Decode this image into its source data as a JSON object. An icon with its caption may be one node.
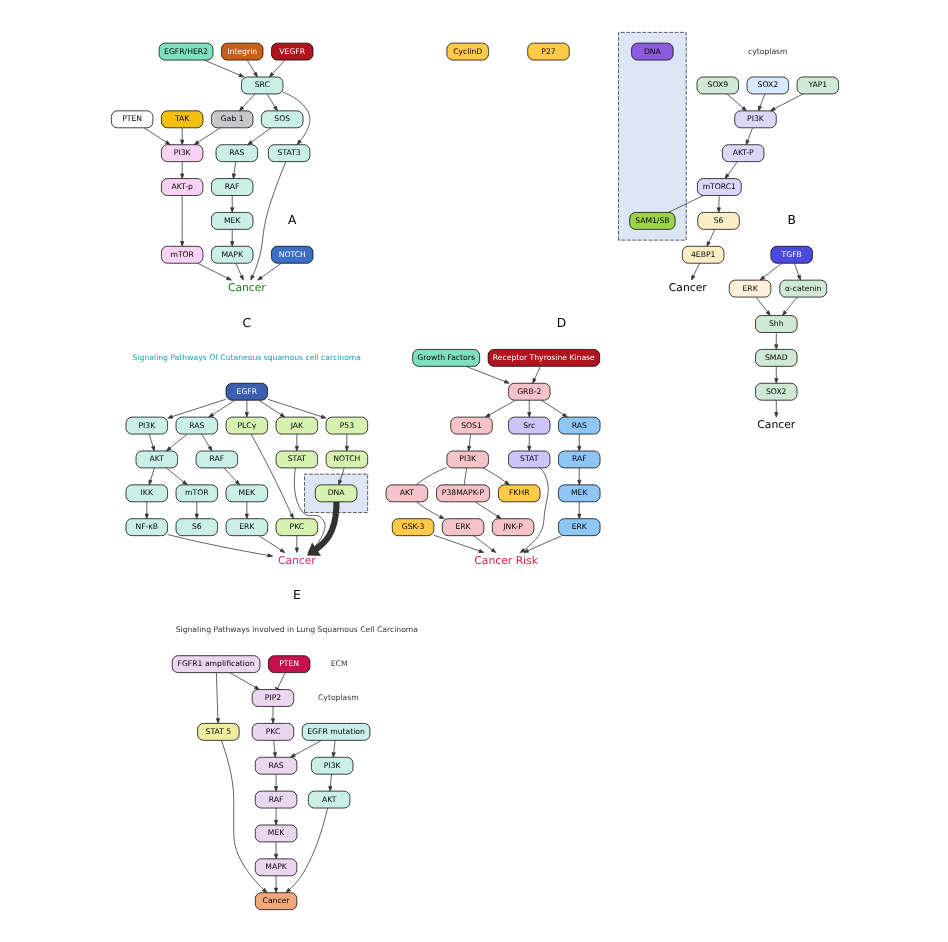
{
  "diagram": {
    "nodes": [
      {
        "text": [
          "NOTCH"
        ]
      },
      {
        "text": [
          "VEGFR"
        ]
      },
      {
        "text": [
          "Integrin"
        ]
      },
      {
        "text": [
          "EGFR/HER2"
        ]
      },
      {
        "text": [
          "TAK"
        ]
      },
      {
        "text": [
          "STAT3"
        ]
      },
      {
        "text": [
          "SRC"
        ]
      },
      {
        "text": [
          "Gab 1"
        ]
      },
      {
        "text": [
          "PI3K"
        ]
      },
      {
        "text": [
          "PTEN"
        ]
      },
      {
        "text": [
          "SOS"
        ]
      },
      {
        "text": [
          "AKT-p"
        ]
      },
      {
        "text": [
          "RAS"
        ]
      },
      {
        "text": [
          "mTOR"
        ]
      },
      {
        "text": [
          "RAF"
        ]
      },
      {
        "text": [
          "MEK"
        ]
      },
      {
        "text": [
          "MAPK"
        ]
      },
      {
        "text": [
          "Cancer"
        ]
      },
      {
        "text": [
          "TGFB"
        ]
      },
      {
        "text": [
          "YAP1"
        ]
      },
      {
        "text": [
          "SOX2"
        ]
      },
      {
        "text": [
          "SOX9"
        ]
      },
      {
        "text": [
          "α-catenin"
        ]
      },
      {
        "text": [
          "ERK"
        ]
      },
      {
        "text": [
          "PI3K"
        ]
      },
      {
        "text": [
          "Shh"
        ]
      },
      {
        "text": [
          "AKT-P"
        ]
      },
      {
        "text": [
          "SMAD"
        ]
      },
      {
        "text": [
          "mTORC1"
        ]
      },
      {
        "text": [
          "SOX2"
        ]
      },
      {
        "text": [
          "S6"
        ]
      },
      {
        "text": [
          "Cancer"
        ]
      },
      {
        "text": [
          "4EBP1"
        ]
      },
      {
        "text": [
          "Cancer"
        ]
      },
      {
        "text": [],
        "shape": "box"
      },
      {
        "text": [
          "SAM1/SB"
        ],
        "in": 34
      },
      {
        "text": [
          "DNA"
        ],
        "in": 34
      },
      {
        "text": [
          "EGFR"
        ]
      },
      {
        "text": [
          "PI3K"
        ]
      },
      {
        "text": [
          "RAS"
        ]
      },
      {
        "text": [
          "PLCγ"
        ]
      },
      {
        "text": [
          "JAK"
        ]
      },
      {
        "text": [
          "P53"
        ]
      },
      {
        "text": [
          "AKT"
        ]
      },
      {
        "text": [
          "RAF"
        ]
      },
      {
        "text": [
          "PKC"
        ]
      },
      {
        "text": [
          "STAT"
        ]
      },
      {
        "text": [
          "NOTCH"
        ]
      },
      {
        "text": [
          "IKK"
        ]
      },
      {
        "text": [
          "mTOR"
        ]
      },
      {
        "text": [
          "MEK"
        ]
      },
      {
        "text": [
          "NF-κB"
        ]
      },
      {
        "text": [
          "S6"
        ]
      },
      {
        "text": [
          "ERK"
        ]
      },
      {
        "text": [
          "Cancer"
        ]
      },
      {
        "text": [],
        "shape": "box"
      },
      {
        "text": [
          "DNA"
        ],
        "in": 55
      },
      {
        "text": [
          "Receptor Thyrosine Kinase"
        ]
      },
      {
        "text": [
          "Growth Factors"
        ]
      },
      {
        "text": [
          "GRB-2"
        ]
      },
      {
        "text": [
          "SOS1"
        ]
      },
      {
        "text": [
          "Src"
        ]
      },
      {
        "text": [
          "RAS"
        ]
      },
      {
        "text": [
          "PI3K"
        ]
      },
      {
        "text": [
          "STAT"
        ]
      },
      {
        "text": [
          "RAF"
        ]
      },
      {
        "text": [
          "AKT"
        ]
      },
      {
        "text": [
          "P38MAPK-P"
        ]
      },
      {
        "text": [
          "FKHR"
        ]
      },
      {
        "text": [
          "GSK-3"
        ]
      },
      {
        "text": [
          "MEK"
        ]
      },
      {
        "text": [
          "P27"
        ]
      },
      {
        "text": [
          "ERK"
        ]
      },
      {
        "text": [
          "JNK-P"
        ]
      },
      {
        "text": [
          "CyclinD"
        ]
      },
      {
        "text": [
          "ERK"
        ]
      },
      {
        "text": [
          "Cancer Risk"
        ]
      },
      {
        "text": [
          "EGFR mutation"
        ]
      },
      {
        "text": [
          "FGFR1 amplification"
        ]
      },
      {
        "text": [
          "PI3K"
        ]
      },
      {
        "text": [
          "PIP2"
        ]
      },
      {
        "text": [
          "STAT 5"
        ]
      },
      {
        "text": [
          "PTEN"
        ]
      },
      {
        "text": [
          "PKC"
        ]
      },
      {
        "text": [
          "RAS"
        ]
      },
      {
        "text": [
          "AKT"
        ]
      },
      {
        "text": [
          "RAF"
        ]
      },
      {
        "text": [
          "MEK"
        ]
      },
      {
        "text": [
          "MAPK"
        ]
      },
      {
        "text": [
          "Cancer"
        ]
      }
    ],
    "edges": [
      {
        "from": 1,
        "to": 6,
        "arrow": "to"
      },
      {
        "from": 2,
        "to": 6,
        "arrow": "to"
      },
      {
        "from": 3,
        "to": 6,
        "arrow": "to"
      },
      {
        "from": 6,
        "to": 5,
        "arrow": "to"
      },
      {
        "from": 6,
        "to": 7,
        "arrow": "to"
      },
      {
        "from": 7,
        "to": 8,
        "arrow": "to"
      },
      {
        "from": 4,
        "to": 8,
        "arrow": "to"
      },
      {
        "from": 9,
        "to": 8,
        "arrow": "to"
      },
      {
        "from": 6,
        "to": 10,
        "arrow": "to"
      },
      {
        "from": 10,
        "to": 12,
        "arrow": "to"
      },
      {
        "from": 12,
        "to": 14,
        "arrow": "to"
      },
      {
        "from": 14,
        "to": 15,
        "arrow": "to"
      },
      {
        "from": 15,
        "to": 16,
        "arrow": "to"
      },
      {
        "from": 16,
        "to": 17,
        "arrow": "to"
      },
      {
        "from": 8,
        "to": 11,
        "arrow": "to"
      },
      {
        "from": 11,
        "to": 13,
        "arrow": "to"
      },
      {
        "from": 13,
        "to": 17,
        "arrow": "to"
      },
      {
        "from": 5,
        "to": 17,
        "arrow": "to"
      },
      {
        "from": 0,
        "to": 17,
        "arrow": "to"
      },
      {
        "from": 18,
        "to": 22,
        "arrow": "to"
      },
      {
        "from": 18,
        "to": 23,
        "arrow": "to"
      },
      {
        "from": 22,
        "to": 25,
        "arrow": "to"
      },
      {
        "from": 23,
        "to": 25,
        "arrow": "to"
      },
      {
        "from": 25,
        "to": 27,
        "arrow": "to"
      },
      {
        "from": 27,
        "to": 29,
        "arrow": "to"
      },
      {
        "from": 29,
        "to": 31,
        "arrow": "to"
      },
      {
        "from": 19,
        "to": 24,
        "arrow": "to"
      },
      {
        "from": 20,
        "to": 24,
        "arrow": "to"
      },
      {
        "from": 21,
        "to": 24,
        "arrow": "to"
      },
      {
        "from": 24,
        "to": 26,
        "arrow": "to"
      },
      {
        "from": 26,
        "to": 28,
        "arrow": "to"
      },
      {
        "from": 28,
        "to": 30,
        "arrow": "to"
      },
      {
        "from": 30,
        "to": 32,
        "arrow": "to"
      },
      {
        "from": 32,
        "to": 33,
        "arrow": "to"
      },
      {
        "from": 28,
        "to": 35,
        "arrow": "none"
      },
      {
        "from": 37,
        "to": 38,
        "arrow": "to"
      },
      {
        "from": 37,
        "to": 39,
        "arrow": "to"
      },
      {
        "from": 37,
        "to": 40,
        "arrow": "to"
      },
      {
        "from": 37,
        "to": 41,
        "arrow": "to"
      },
      {
        "from": 37,
        "to": 42,
        "arrow": "to"
      },
      {
        "from": 38,
        "to": 43,
        "arrow": "to"
      },
      {
        "from": 39,
        "to": 43,
        "arrow": "to"
      },
      {
        "from": 39,
        "to": 44,
        "arrow": "to"
      },
      {
        "from": 40,
        "to": 45,
        "arrow": "to"
      },
      {
        "from": 41,
        "to": 46,
        "arrow": "to"
      },
      {
        "from": 42,
        "to": 47,
        "arrow": "to"
      },
      {
        "from": 43,
        "to": 48,
        "arrow": "to"
      },
      {
        "from": 43,
        "to": 49,
        "arrow": "to"
      },
      {
        "from": 44,
        "to": 50,
        "arrow": "to"
      },
      {
        "from": 48,
        "to": 51,
        "arrow": "to"
      },
      {
        "from": 49,
        "to": 52,
        "arrow": "to"
      },
      {
        "from": 50,
        "to": 53,
        "arrow": "to"
      },
      {
        "from": 51,
        "to": 54,
        "arrow": "to"
      },
      {
        "from": 53,
        "to": 54,
        "arrow": "to"
      },
      {
        "from": 45,
        "to": 54,
        "arrow": "to"
      },
      {
        "from": 46,
        "to": 54,
        "arrow": "to"
      },
      {
        "from": 47,
        "to": 56,
        "arrow": "to"
      },
      {
        "from": 55,
        "to": 54,
        "arrow": "to",
        "style": "thick"
      },
      {
        "from": 57,
        "to": 59,
        "arrow": "to"
      },
      {
        "from": 58,
        "to": 59,
        "arrow": "to"
      },
      {
        "from": 59,
        "to": 60,
        "arrow": "to"
      },
      {
        "from": 59,
        "to": 61,
        "arrow": "to"
      },
      {
        "from": 59,
        "to": 62,
        "arrow": "to"
      },
      {
        "from": 60,
        "to": 63,
        "arrow": "to"
      },
      {
        "from": 61,
        "to": 64,
        "arrow": "to"
      },
      {
        "from": 62,
        "to": 65,
        "arrow": "to"
      },
      {
        "from": 65,
        "to": 70,
        "arrow": "to"
      },
      {
        "from": 70,
        "to": 75,
        "arrow": "to"
      },
      {
        "from": 63,
        "to": 66,
        "arrow": "none"
      },
      {
        "from": 63,
        "to": 67,
        "arrow": "none"
      },
      {
        "from": 63,
        "to": 68,
        "arrow": "to"
      },
      {
        "from": 66,
        "to": 72,
        "arrow": "to"
      },
      {
        "from": 67,
        "to": 73,
        "arrow": "to"
      },
      {
        "from": 72,
        "to": 76,
        "arrow": "to"
      },
      {
        "from": 69,
        "to": 76,
        "arrow": "to"
      },
      {
        "from": 64,
        "to": 76,
        "arrow": "to"
      },
      {
        "from": 75,
        "to": 76,
        "arrow": "to"
      },
      {
        "from": 77,
        "to": 79,
        "arrow": "to"
      },
      {
        "from": 79,
        "to": 85,
        "arrow": "to"
      },
      {
        "from": 85,
        "to": 89,
        "arrow": "to"
      },
      {
        "from": 77,
        "to": 84,
        "arrow": "to"
      },
      {
        "from": 78,
        "to": 80,
        "arrow": "to"
      },
      {
        "from": 82,
        "to": 80,
        "arrow": "other"
      },
      {
        "from": 80,
        "to": 83,
        "arrow": "to"
      },
      {
        "from": 83,
        "to": 84,
        "arrow": "to"
      },
      {
        "from": 84,
        "to": 86,
        "arrow": "to"
      },
      {
        "from": 86,
        "to": 87,
        "arrow": "to"
      },
      {
        "from": 87,
        "to": 88,
        "arrow": "to"
      },
      {
        "from": 88,
        "to": 89,
        "arrow": "to"
      },
      {
        "from": 78,
        "to": 81,
        "arrow": "to"
      },
      {
        "from": 81,
        "to": 89,
        "arrow": "to"
      }
    ],
    "labels": [
      "A",
      "B",
      "cytoplasm",
      "C",
      "Signaling Pathways Of Cutaneous squamous cell carcinoma",
      "D",
      "E",
      "Signaling Pathways involved in Lung Squamous Cell Carcinoma",
      "ECM",
      "Cytoplasm"
    ]
  }
}
